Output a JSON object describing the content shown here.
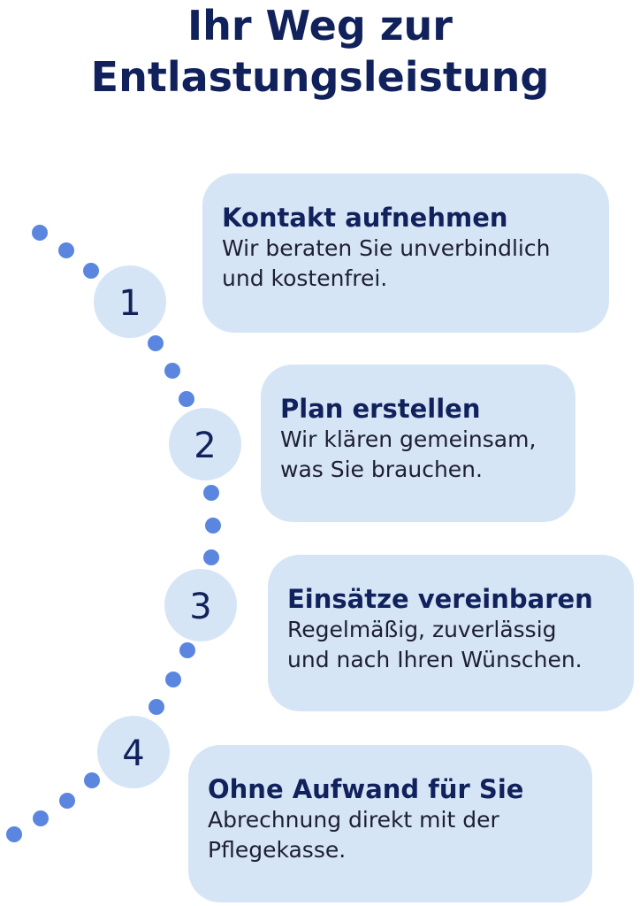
{
  "title": {
    "line1": "Ihr Weg zur",
    "line2": "Entlastungsleistung"
  },
  "steps": [
    {
      "number": "1",
      "title": "Kontakt aufnehmen",
      "line1": "Wir beraten Sie unverbindlich",
      "line2": "und kostenfrei."
    },
    {
      "number": "2",
      "title": "Plan erstellen",
      "line1": "Wir klären gemeinsam,",
      "line2": "was Sie brauchen."
    },
    {
      "number": "3",
      "title": "Einsätze vereinbaren",
      "line1": "Regelmäßig, zuverlässig",
      "line2": "und nach Ihren Wünschen."
    },
    {
      "number": "4",
      "title": "Ohne Aufwand für Sie",
      "line1": "Abrechnung direkt mit der",
      "line2": "Pflegekasse."
    }
  ],
  "colors": {
    "dot": "#5b86e0",
    "step_circle": "#d6e5f6",
    "card_bg": "#d6e5f6",
    "heading": "#10215c"
  }
}
